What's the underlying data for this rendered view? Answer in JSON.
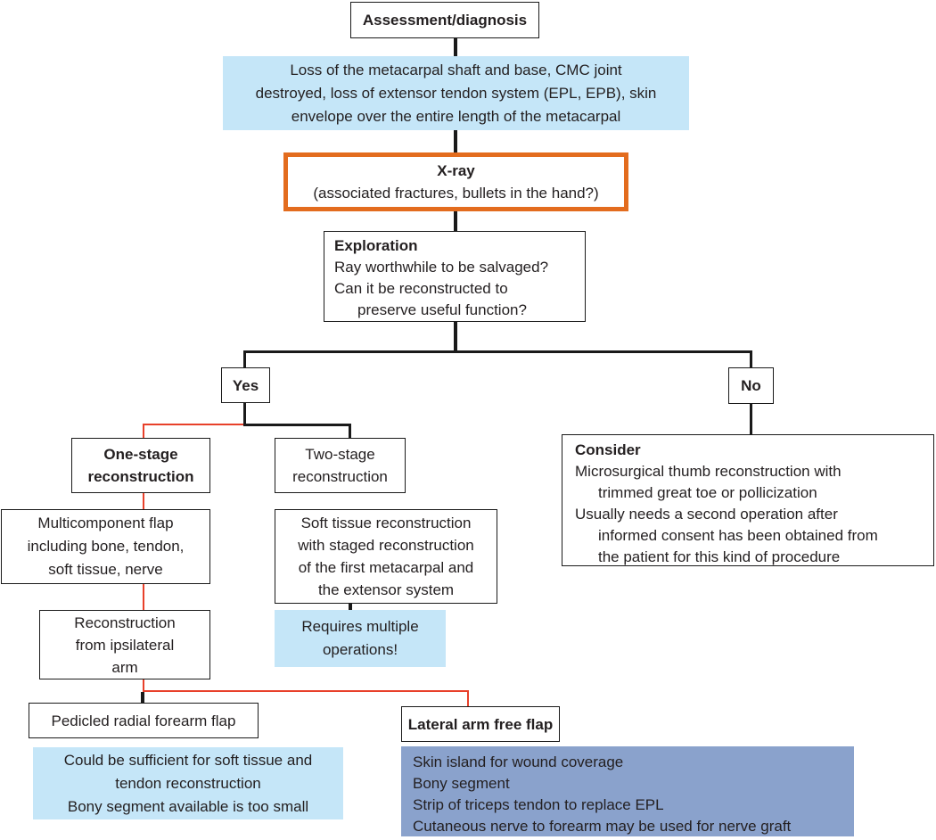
{
  "colors": {
    "light_blue": "#c5e6f8",
    "navy_blue": "#8aa2cc",
    "orange": "#e36c1e",
    "red": "#e8402a",
    "line_black": "#1a1a1a",
    "text": "#231f20"
  },
  "flowchart": {
    "assessment": {
      "title": "Assessment/diagnosis"
    },
    "injury": {
      "lines": [
        "Loss of the metacarpal shaft and base, CMC joint",
        "destroyed, loss of extensor tendon system (EPL, EPB), skin",
        "envelope over the entire length of the metacarpal"
      ]
    },
    "xray": {
      "title": "X-ray",
      "subtitle": "(associated fractures, bullets in the hand?)"
    },
    "exploration": {
      "title": "Exploration",
      "lines": [
        "Ray worthwhile to be salvaged?",
        "Can it be reconstructed to",
        "preserve useful function?"
      ]
    },
    "yes": {
      "label": "Yes"
    },
    "no": {
      "label": "No"
    },
    "one_stage": {
      "lines": [
        "One-stage",
        "reconstruction"
      ]
    },
    "two_stage": {
      "lines": [
        "Two-stage",
        "reconstruction"
      ]
    },
    "consider": {
      "title": "Consider",
      "lines": [
        "Microsurgical thumb reconstruction with",
        "trimmed great toe or pollicization",
        "Usually needs a second operation after",
        "informed consent has been obtained from",
        "the patient for this kind of procedure"
      ]
    },
    "multicomponent": {
      "lines": [
        "Multicomponent flap",
        "including bone, tendon,",
        "soft tissue, nerve"
      ]
    },
    "soft_tissue": {
      "lines": [
        "Soft tissue reconstruction",
        "with staged reconstruction",
        "of the first metacarpal and",
        "the extensor system"
      ]
    },
    "requires": {
      "lines": [
        "Requires multiple",
        "operations!"
      ]
    },
    "reconstruction": {
      "lines": [
        "Reconstruction",
        "from ipsilateral",
        "arm"
      ]
    },
    "pedicled": {
      "label": "Pedicled radial forearm flap"
    },
    "could_be": {
      "lines": [
        "Could be sufficient for soft tissue and",
        "tendon reconstruction",
        "Bony segment available is too small"
      ]
    },
    "lateral": {
      "label": "Lateral arm free flap"
    },
    "lateral_details": {
      "lines": [
        "Skin island for wound coverage",
        "Bony segment",
        "Strip of triceps tendon to replace EPL",
        "Cutaneous nerve to forearm may be used for nerve graft"
      ]
    }
  }
}
